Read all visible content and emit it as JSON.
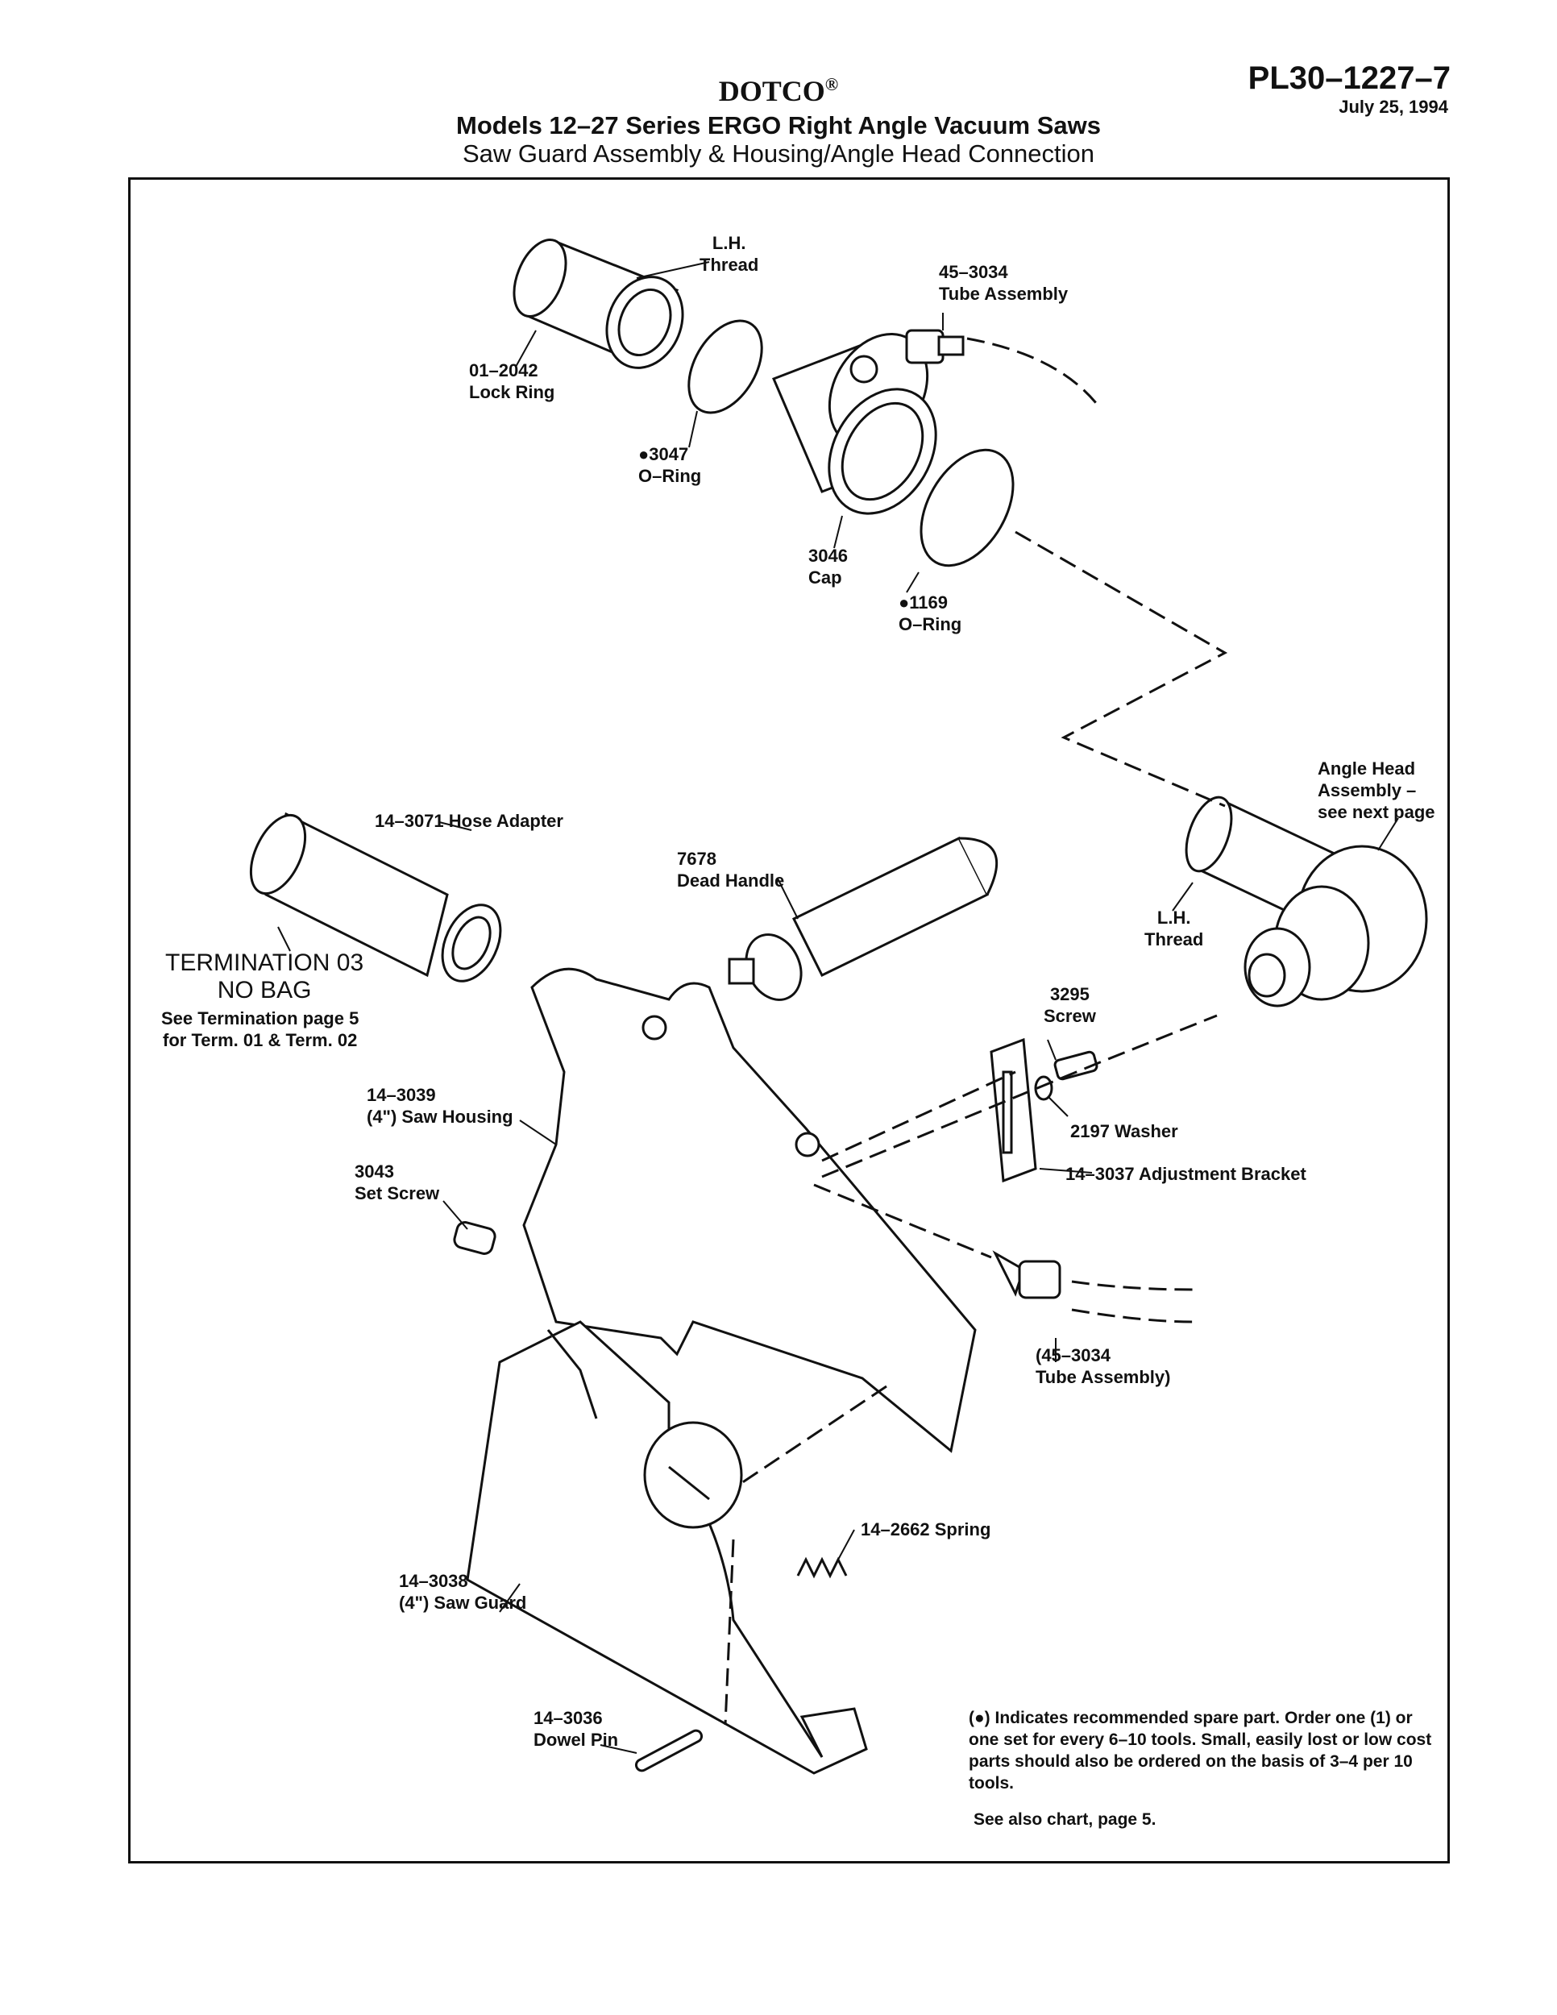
{
  "header": {
    "brand": "DOTCO",
    "brand_mark": "®",
    "title": "Models 12–27 Series ERGO Right Angle Vacuum Saws",
    "subtitle": "Saw Guard Assembly & Housing/Angle Head Connection",
    "doc_number": "PL30–1227–7",
    "date": "July 25, 1994"
  },
  "callouts": {
    "lh_thread_top": [
      "L.H.",
      "Thread"
    ],
    "tube_assembly_top": [
      "45–3034",
      "Tube Assembly"
    ],
    "lock_ring": [
      "01–2042",
      "Lock Ring"
    ],
    "oring_3047": [
      "●3047",
      "O–Ring"
    ],
    "cap": [
      "3046",
      "Cap"
    ],
    "oring_1169": [
      "●1169",
      "O–Ring"
    ],
    "angle_head": [
      "Angle Head",
      "Assembly –",
      "see next page"
    ],
    "hose_adapter": "14–3071 Hose Adapter",
    "dead_handle": [
      "7678",
      "Dead Handle"
    ],
    "lh_thread_right": [
      "L.H.",
      "Thread"
    ],
    "screw_3295": [
      "3295",
      "Screw"
    ],
    "washer": "2197 Washer",
    "adjustment_bracket": "14–3037 Adjustment Bracket",
    "termination": [
      "TERMINATION 03",
      "NO BAG"
    ],
    "termination_note": [
      "See Termination page 5",
      "for Term. 01 & Term. 02"
    ],
    "saw_housing": [
      "14–3039",
      "(4\") Saw Housing"
    ],
    "set_screw": [
      "3043",
      "Set Screw"
    ],
    "tube_assembly_bottom": [
      "(45–3034",
      "Tube Assembly)"
    ],
    "spring": "14–2662 Spring",
    "saw_guard": [
      "14–3038",
      "(4\") Saw Guard"
    ],
    "dowel_pin": [
      "14–3036",
      "Dowel Pin"
    ]
  },
  "footnote": {
    "text": "(●) Indicates recommended spare part. Order one (1) or one set for every 6–10 tools. Small, easily lost or low cost parts should also be ordered on the basis of 3–4 per 10 tools.",
    "see_also": "See also chart, page 5."
  }
}
